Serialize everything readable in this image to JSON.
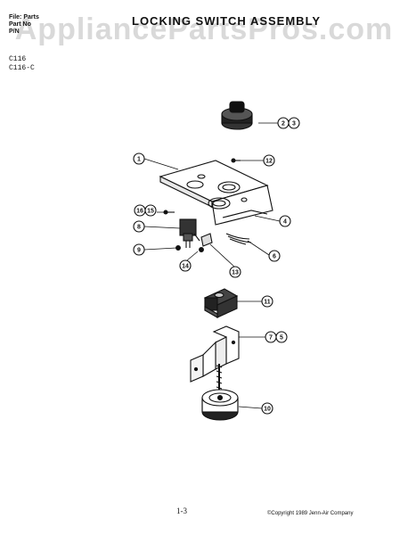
{
  "header": {
    "line1": "File: Parts",
    "line2": "Part No",
    "line3": "P/N"
  },
  "title": "LOCKING SWITCH ASSEMBLY",
  "watermark": "AppliancePartsPros.com",
  "models": [
    "C116",
    "C116-C"
  ],
  "callouts": [
    "1",
    "2",
    "3",
    "4",
    "6",
    "7",
    "8",
    "9",
    "10",
    "11",
    "12",
    "13",
    "14",
    "15",
    "16"
  ],
  "footer": {
    "page_number": "1-3",
    "copyright": "©Copyright 1989 Jenn-Air Company"
  }
}
